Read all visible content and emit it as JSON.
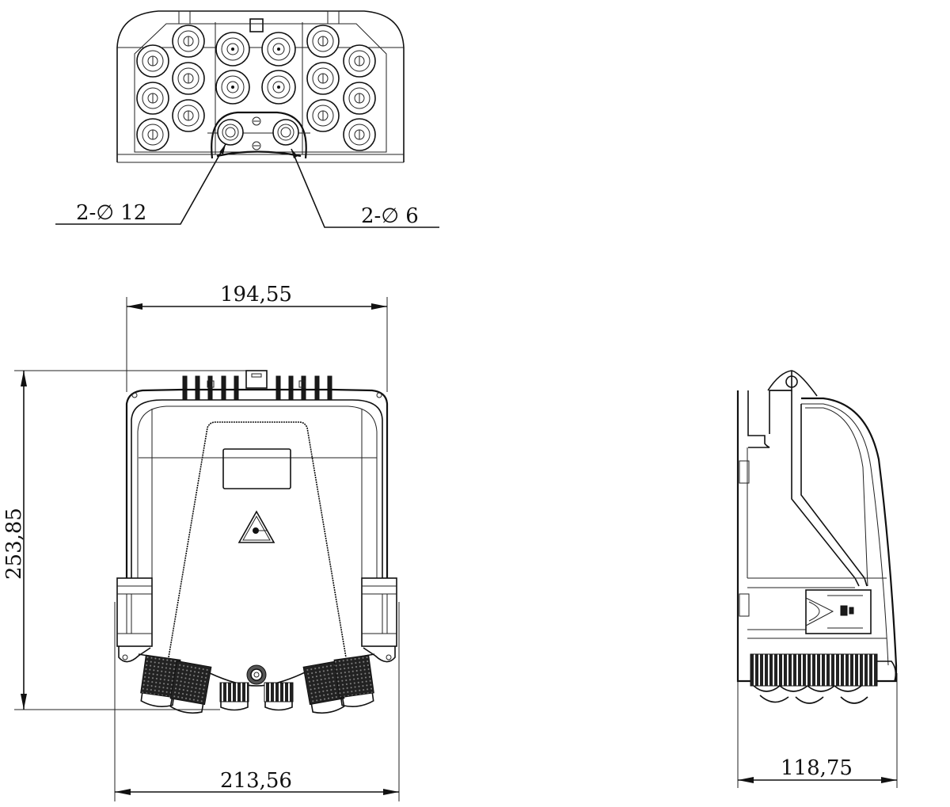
{
  "drawing": {
    "subject": "fiber optic distribution box",
    "views": [
      "top-view",
      "front-view",
      "side-view"
    ]
  },
  "top_view": {
    "callouts": [
      {
        "label": "2-∅12",
        "text": "2-∅ 12"
      },
      {
        "label": "2-∅6",
        "text": "2-∅ 6"
      }
    ],
    "cable_glands_count": 16,
    "large_ports_count": 2
  },
  "front_view": {
    "dimensions": {
      "top_width": "194,55",
      "height": "253,85",
      "bottom_width": "213,56"
    },
    "warning_symbol": "laser-warning-triangle"
  },
  "side_view": {
    "dimensions": {
      "depth": "118,75"
    }
  },
  "colors": {
    "line": "#111111",
    "background": "#ffffff"
  }
}
